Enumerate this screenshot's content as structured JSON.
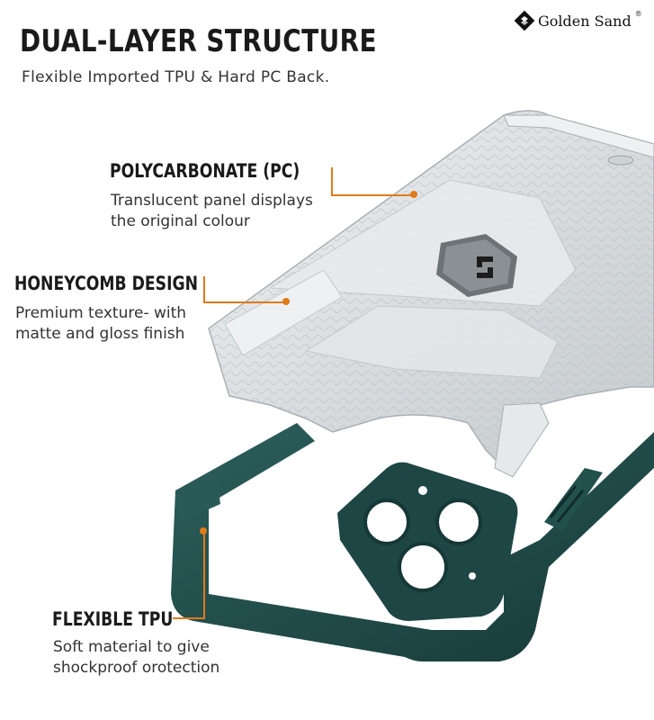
{
  "header": {
    "title": "DUAL-LAYER STRUCTURE",
    "subtitle": "Flexible Imported TPU & Hard PC Back."
  },
  "brand": {
    "name": "Golden Sand",
    "mark": "®"
  },
  "features": [
    {
      "heading": "POLYCARBONATE (PC)",
      "desc_line1": "Translucent panel displays",
      "desc_line2": "the original colour"
    },
    {
      "heading": "HONEYCOMB DESIGN",
      "desc_line1": "Premium texture- with",
      "desc_line2": "matte and gloss finish"
    },
    {
      "heading": "FLEXIBLE TPU",
      "desc_line1": "Soft material to give",
      "desc_line2": "shockproof orotection"
    }
  ],
  "colors": {
    "accent": "#e07a1a",
    "tpu_green": "#1f4a48",
    "pc_clear": "#dfe3e6"
  }
}
